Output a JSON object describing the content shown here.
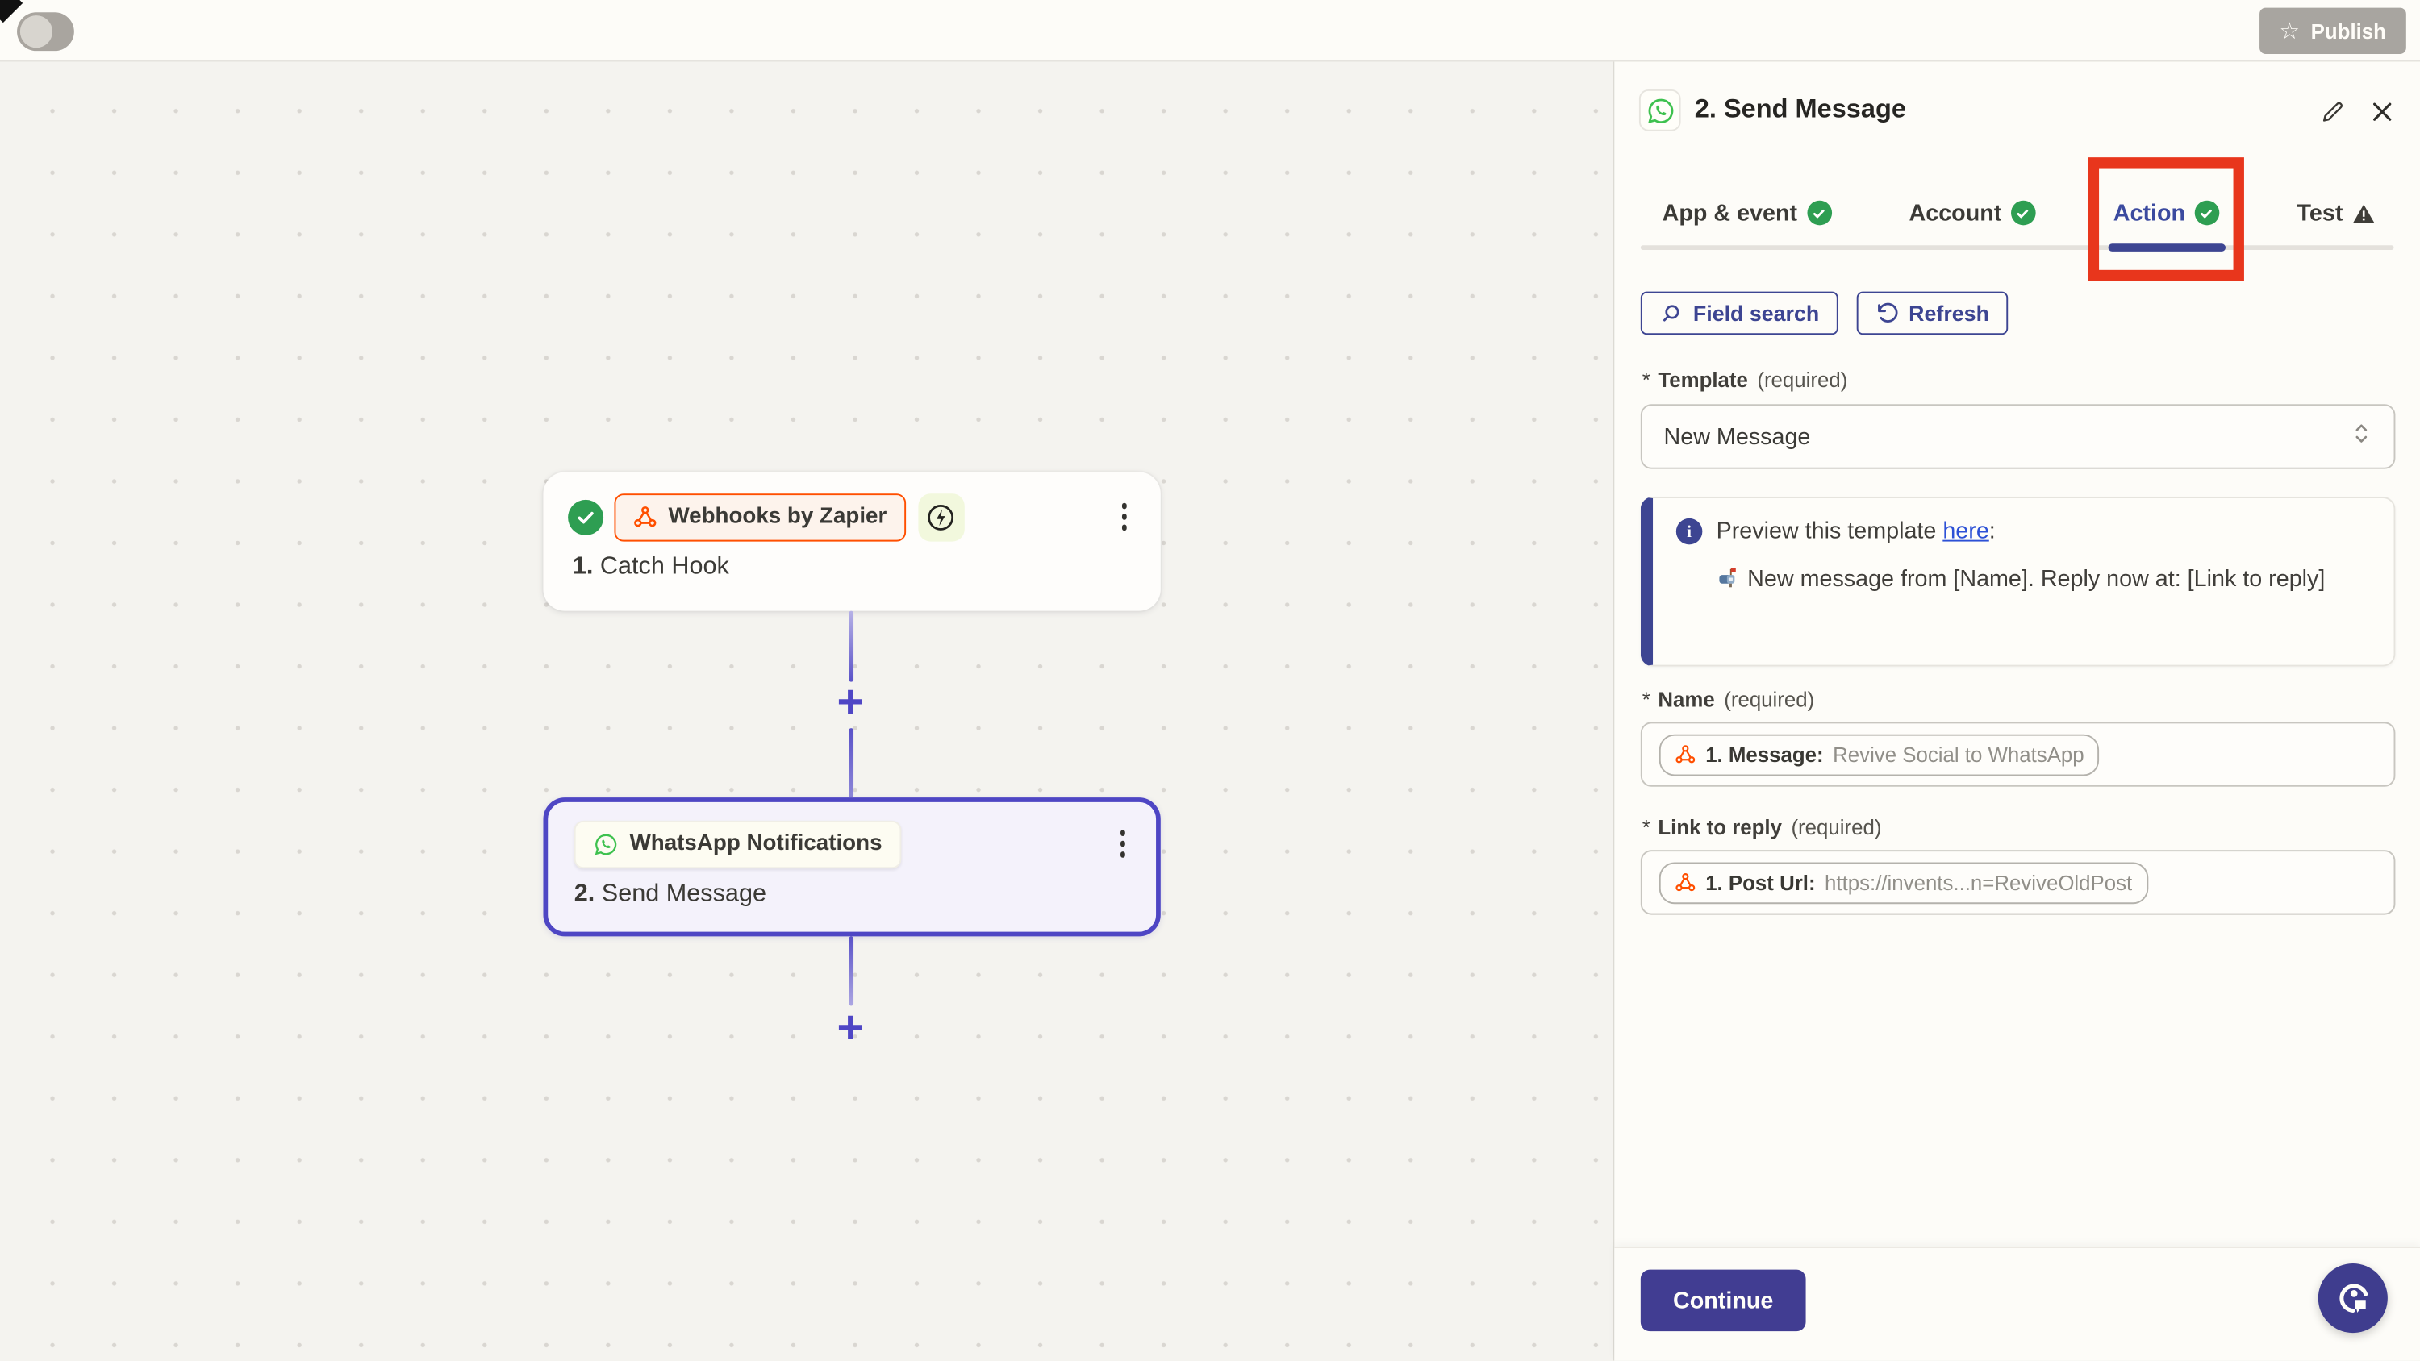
{
  "topbar": {
    "publish_label": "Publish",
    "publish_star": "☆",
    "toggle_state": "off"
  },
  "canvas": {
    "kebab_glyph": "⋮",
    "plus_glyph": "+",
    "nodes": [
      {
        "app": "Webhooks by Zapier",
        "step": "1.",
        "title": " Catch Hook",
        "status": "success"
      },
      {
        "app": "WhatsApp Notifications",
        "step": "2.",
        "title": " Send Message",
        "status": "selected"
      }
    ]
  },
  "panel": {
    "header": {
      "title": "2. Send Message"
    },
    "tabs": [
      {
        "label": "App & event",
        "status": "complete"
      },
      {
        "label": "Account",
        "status": "complete"
      },
      {
        "label": "Action",
        "status": "complete",
        "active": true
      },
      {
        "label": "Test",
        "status": "warning"
      }
    ],
    "toolbar": {
      "field_search_label": "Field search",
      "refresh_label": "Refresh"
    },
    "template_field": {
      "star": "*",
      "label": "Template",
      "required": "(required)",
      "value": "New Message"
    },
    "info_box": {
      "intro_prefix": "Preview this template ",
      "link_text": "here",
      "intro_suffix": ":",
      "message": "New message from [Name]. Reply now at: [Link to reply]"
    },
    "name_field": {
      "star": "*",
      "label": "Name",
      "required": "(required)",
      "token_label": "1. Message:",
      "token_value": "Revive Social to WhatsApp"
    },
    "link_field": {
      "star": "*",
      "label": "Link to reply",
      "required": "(required)",
      "token_label": "1. Post Url:",
      "token_value": "https://invents...n=ReviveOldPost"
    },
    "footer": {
      "continue_label": "Continue"
    }
  },
  "colors": {
    "accent_indigo": "#3d4592",
    "zapier_orange": "#ff4f00",
    "whatsapp_green": "#3ec14f",
    "success_green": "#2e9e52",
    "highlight_red": "#e8361c"
  }
}
